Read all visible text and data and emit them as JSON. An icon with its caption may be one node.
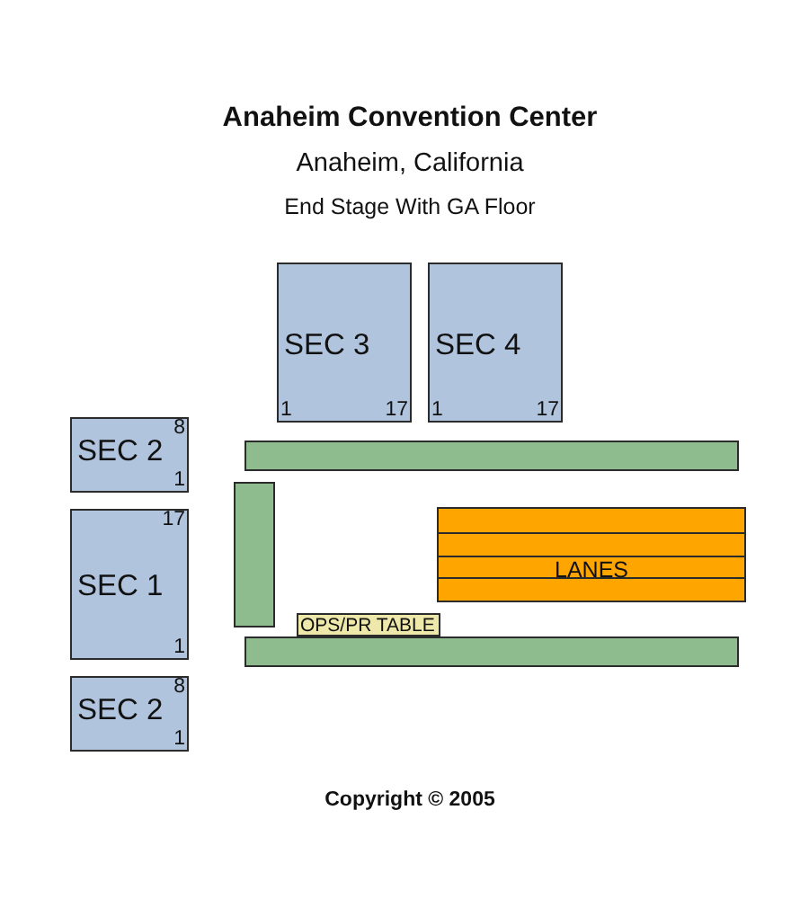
{
  "diagram": {
    "title": "Anaheim Convention Center",
    "nodes": [
      {
        "text": [
          "SEC 3",
          "1",
          "17"
        ]
      },
      {
        "text": [
          "SEC 4",
          "1",
          "17"
        ]
      },
      {
        "text": [
          "SEC 2",
          "8",
          "1"
        ]
      },
      {
        "text": [],
        "shape": "bar"
      },
      {
        "text": [
          "SEC 1",
          "17",
          "1"
        ]
      },
      {
        "text": [],
        "shape": "bar"
      },
      {
        "text": [
          "LANES"
        ]
      },
      {
        "text": [
          "OPS/PR TABLE"
        ]
      },
      {
        "text": [],
        "shape": "bar"
      },
      {
        "text": [
          "SEC 2",
          "8",
          "1"
        ]
      }
    ],
    "labels": [
      "Anaheim, California",
      "End Stage With GA Floor",
      "Copyright © 2005"
    ]
  }
}
